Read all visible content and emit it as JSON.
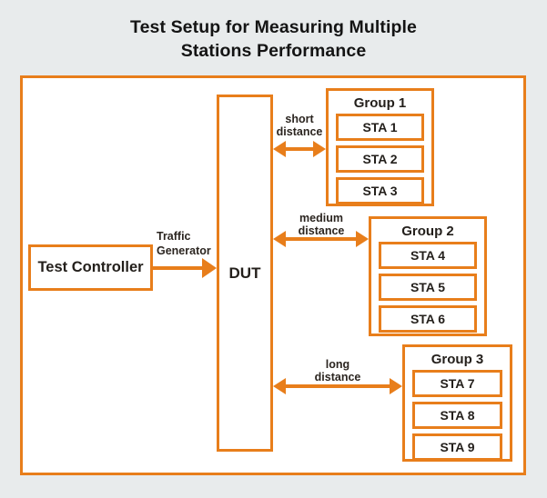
{
  "title": {
    "line1": "Test Setup for Measuring Multiple",
    "line2": "Stations Performance"
  },
  "colors": {
    "accent_orange": "#E87E1B",
    "page_background": "#E8EBEC",
    "box_fill": "#FFFFFF",
    "text": "#231F1B"
  },
  "diagram": {
    "test_controller_label": "Test Controller",
    "traffic_generator_label": {
      "line1": "Traffic",
      "line2": "Generator"
    },
    "dut_label": "DUT",
    "links": [
      {
        "id": "short",
        "line1": "short",
        "line2": "distance"
      },
      {
        "id": "medium",
        "line1": "medium",
        "line2": "distance"
      },
      {
        "id": "long",
        "line1": "long",
        "line2": "distance"
      }
    ],
    "groups": [
      {
        "name": "Group 1",
        "stations": [
          "STA 1",
          "STA 2",
          "STA 3"
        ]
      },
      {
        "name": "Group 2",
        "stations": [
          "STA 4",
          "STA 5",
          "STA 6"
        ]
      },
      {
        "name": "Group 3",
        "stations": [
          "STA 7",
          "STA 8",
          "STA 9"
        ]
      }
    ]
  }
}
